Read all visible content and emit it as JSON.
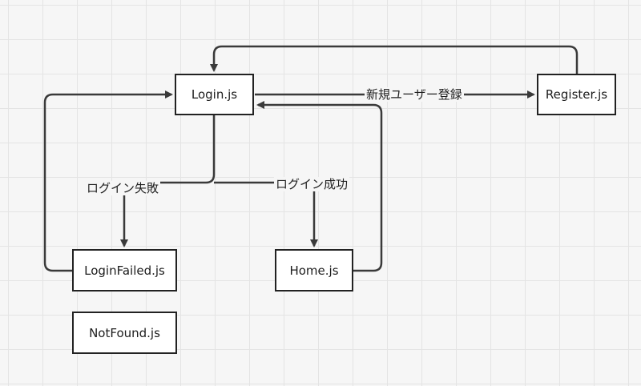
{
  "nodes": {
    "login": "Login.js",
    "register": "Register.js",
    "login_failed": "LoginFailed.js",
    "home": "Home.js",
    "not_found": "NotFound.js"
  },
  "edges": {
    "new_user_registration": "新規ユーザー登録",
    "login_failure": "ログイン失敗",
    "login_success": "ログイン成功"
  },
  "colors": {
    "line": "#3a3a3a",
    "box_border": "#222222",
    "box_fill": "#ffffff",
    "background": "#f6f6f6",
    "grid": "#e4e4e4"
  }
}
